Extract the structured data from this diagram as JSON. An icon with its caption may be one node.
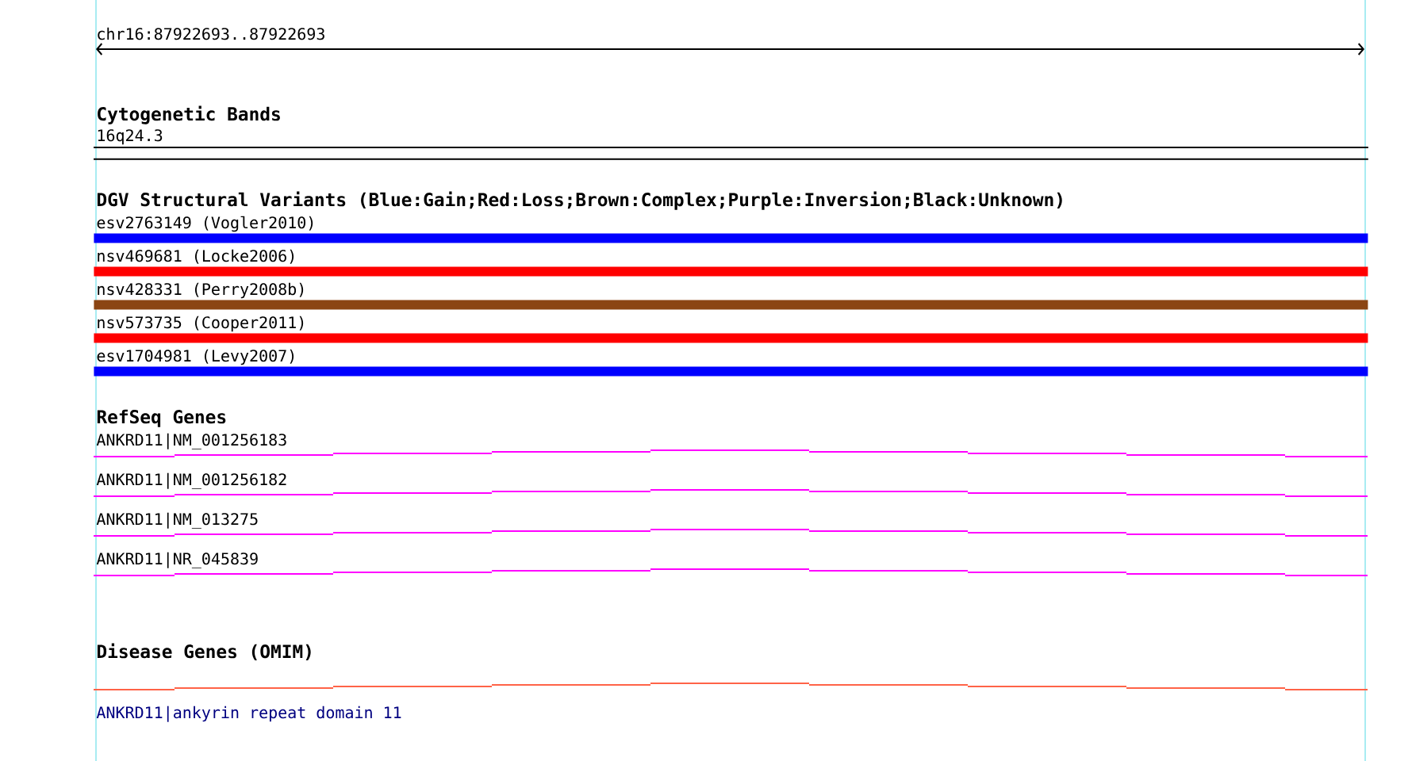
{
  "diagram": {
    "nodes": [
      {
        "text": [
          "16q24.3"
        ]
      },
      {
        "text": [
          "esv2763149 (Vogler2010)"
        ]
      },
      {
        "text": [
          "nsv469681 (Locke2006)"
        ]
      },
      {
        "text": [
          "nsv428331 (Perry2008b)"
        ]
      },
      {
        "text": [
          "nsv573735 (Cooper2011)"
        ]
      },
      {
        "text": [
          "esv1704981 (Levy2007)"
        ]
      },
      {
        "text": [
          "ANKRD11|NM_001256183"
        ]
      },
      {
        "text": [
          "ANKRD11|NM_001256182"
        ]
      },
      {
        "text": [
          "ANKRD11|NM_013275"
        ]
      },
      {
        "text": [
          "ANKRD11|NR_045839"
        ]
      },
      {
        "text": [
          "ANKRD11|ankyrin repeat domain 11"
        ]
      }
    ],
    "labels": [
      "chr16:87922693..87922693",
      "Cytogenetic Bands",
      "DGV Structural Variants (Blue:Gain;Red:Loss;Brown:Complex;Purple:Inversion;Black:Unknown)",
      "RefSeq Genes",
      "Disease Genes (OMIM)"
    ]
  }
}
